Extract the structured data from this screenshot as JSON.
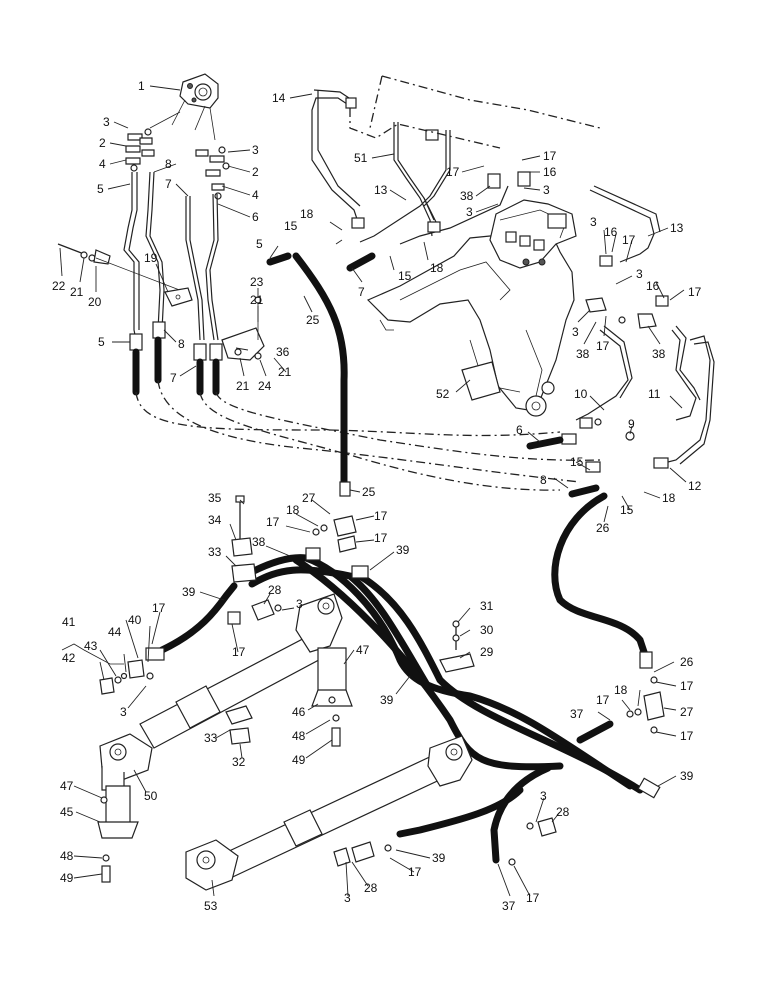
{
  "diagram": {
    "description_labels": [],
    "callouts": [
      {
        "id": "c1",
        "text": "1"
      },
      {
        "id": "c2",
        "text": "3"
      },
      {
        "id": "c3",
        "text": "2"
      },
      {
        "id": "c4",
        "text": "4"
      },
      {
        "id": "c5",
        "text": "5"
      },
      {
        "id": "c6",
        "text": "8"
      },
      {
        "id": "c7",
        "text": "3"
      },
      {
        "id": "c8",
        "text": "2"
      },
      {
        "id": "c9",
        "text": "7"
      },
      {
        "id": "c10",
        "text": "4"
      },
      {
        "id": "c11",
        "text": "6"
      },
      {
        "id": "c12",
        "text": "14"
      },
      {
        "id": "c13",
        "text": "51"
      },
      {
        "id": "c14",
        "text": "17"
      },
      {
        "id": "c15",
        "text": "17"
      },
      {
        "id": "c16",
        "text": "16"
      },
      {
        "id": "c17",
        "text": "38"
      },
      {
        "id": "c18",
        "text": "3"
      },
      {
        "id": "c19",
        "text": "13"
      },
      {
        "id": "c20",
        "text": "3"
      },
      {
        "id": "c21",
        "text": "13"
      },
      {
        "id": "c22",
        "text": "18"
      },
      {
        "id": "c23",
        "text": "15"
      },
      {
        "id": "c24",
        "text": "5"
      },
      {
        "id": "c25",
        "text": "3"
      },
      {
        "id": "c26",
        "text": "16"
      },
      {
        "id": "c27",
        "text": "17"
      },
      {
        "id": "c28",
        "text": "19"
      },
      {
        "id": "c29",
        "text": "7"
      },
      {
        "id": "c30",
        "text": "15"
      },
      {
        "id": "c31",
        "text": "18"
      },
      {
        "id": "c32",
        "text": "3"
      },
      {
        "id": "c33",
        "text": "16"
      },
      {
        "id": "c34",
        "text": "17"
      },
      {
        "id": "c35",
        "text": "22"
      },
      {
        "id": "c36",
        "text": "21"
      },
      {
        "id": "c37",
        "text": "20"
      },
      {
        "id": "c38",
        "text": "23"
      },
      {
        "id": "c39",
        "text": "21"
      },
      {
        "id": "c40",
        "text": "25"
      },
      {
        "id": "c41",
        "text": "3"
      },
      {
        "id": "c42",
        "text": "17"
      },
      {
        "id": "c43",
        "text": "38"
      },
      {
        "id": "c44",
        "text": "38"
      },
      {
        "id": "c45",
        "text": "5"
      },
      {
        "id": "c46",
        "text": "8"
      },
      {
        "id": "c47",
        "text": "36"
      },
      {
        "id": "c48",
        "text": "7"
      },
      {
        "id": "c49",
        "text": "21"
      },
      {
        "id": "c50",
        "text": "24"
      },
      {
        "id": "c51",
        "text": "21"
      },
      {
        "id": "c52",
        "text": "52"
      },
      {
        "id": "c53",
        "text": "10"
      },
      {
        "id": "c54",
        "text": "11"
      },
      {
        "id": "c55",
        "text": "6"
      },
      {
        "id": "c56",
        "text": "9"
      },
      {
        "id": "c57",
        "text": "15"
      },
      {
        "id": "c58",
        "text": "12"
      },
      {
        "id": "c59",
        "text": "25"
      },
      {
        "id": "c60",
        "text": "8"
      },
      {
        "id": "c61",
        "text": "18"
      },
      {
        "id": "c62",
        "text": "15"
      },
      {
        "id": "c63",
        "text": "35"
      },
      {
        "id": "c64",
        "text": "27"
      },
      {
        "id": "c65",
        "text": "18"
      },
      {
        "id": "c66",
        "text": "17"
      },
      {
        "id": "c67",
        "text": "26"
      },
      {
        "id": "c68",
        "text": "34"
      },
      {
        "id": "c69",
        "text": "17"
      },
      {
        "id": "c70",
        "text": "38"
      },
      {
        "id": "c71",
        "text": "17"
      },
      {
        "id": "c72",
        "text": "33"
      },
      {
        "id": "c73",
        "text": "39"
      },
      {
        "id": "c74",
        "text": "39"
      },
      {
        "id": "c75",
        "text": "28"
      },
      {
        "id": "c76",
        "text": "3"
      },
      {
        "id": "c77",
        "text": "41"
      },
      {
        "id": "c78",
        "text": "40"
      },
      {
        "id": "c79",
        "text": "17"
      },
      {
        "id": "c80",
        "text": "44"
      },
      {
        "id": "c81",
        "text": "43"
      },
      {
        "id": "c82",
        "text": "42"
      },
      {
        "id": "c83",
        "text": "17"
      },
      {
        "id": "c84",
        "text": "31"
      },
      {
        "id": "c85",
        "text": "30"
      },
      {
        "id": "c86",
        "text": "29"
      },
      {
        "id": "c87",
        "text": "47"
      },
      {
        "id": "c88",
        "text": "26"
      },
      {
        "id": "c89",
        "text": "17"
      },
      {
        "id": "c90",
        "text": "3"
      },
      {
        "id": "c91",
        "text": "39"
      },
      {
        "id": "c92",
        "text": "46"
      },
      {
        "id": "c93",
        "text": "37"
      },
      {
        "id": "c94",
        "text": "17"
      },
      {
        "id": "c95",
        "text": "18"
      },
      {
        "id": "c96",
        "text": "27"
      },
      {
        "id": "c97",
        "text": "33"
      },
      {
        "id": "c98",
        "text": "48"
      },
      {
        "id": "c99",
        "text": "17"
      },
      {
        "id": "c100",
        "text": "32"
      },
      {
        "id": "c101",
        "text": "49"
      },
      {
        "id": "c102",
        "text": "50"
      },
      {
        "id": "c103",
        "text": "39"
      },
      {
        "id": "c104",
        "text": "47"
      },
      {
        "id": "c105",
        "text": "45"
      },
      {
        "id": "c106",
        "text": "3"
      },
      {
        "id": "c107",
        "text": "28"
      },
      {
        "id": "c108",
        "text": "48"
      },
      {
        "id": "c109",
        "text": "39"
      },
      {
        "id": "c110",
        "text": "17"
      },
      {
        "id": "c111",
        "text": "28"
      },
      {
        "id": "c112",
        "text": "49"
      },
      {
        "id": "c113",
        "text": "3"
      },
      {
        "id": "c114",
        "text": "37"
      },
      {
        "id": "c115",
        "text": "17"
      },
      {
        "id": "c116",
        "text": "53"
      }
    ]
  }
}
